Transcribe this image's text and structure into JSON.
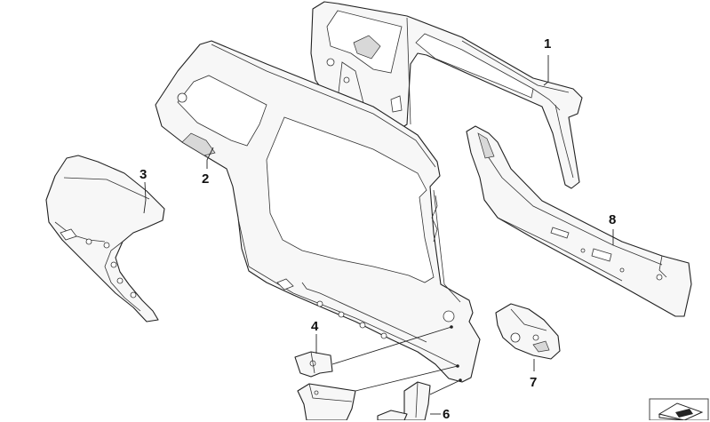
{
  "diagram": {
    "callouts": [
      {
        "id": "1",
        "label": "1"
      },
      {
        "id": "2",
        "label": "2"
      },
      {
        "id": "3",
        "label": "3"
      },
      {
        "id": "4",
        "label": "4"
      },
      {
        "id": "6",
        "label": "6"
      },
      {
        "id": "7",
        "label": "7"
      },
      {
        "id": "8",
        "label": "8"
      }
    ],
    "colors": {
      "line": "#222222",
      "fill": "#f7f7f7",
      "shade": "#d8d8d8"
    },
    "corner_icon": "parts-box-icon"
  }
}
